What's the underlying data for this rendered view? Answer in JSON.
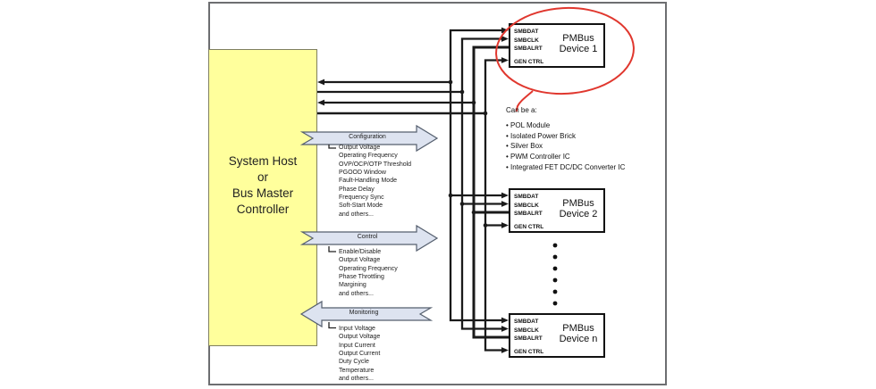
{
  "diagram": {
    "host": {
      "lines": [
        "System Host",
        "or",
        "Bus Master Controller"
      ]
    },
    "devices": [
      {
        "title_line1": "PMBus",
        "title_line2": "Device 1",
        "pins": [
          "SMBDAT",
          "SMBCLK",
          "SMBALRT",
          "GEN CTRL"
        ]
      },
      {
        "title_line1": "PMBus",
        "title_line2": "Device 2",
        "pins": [
          "SMBDAT",
          "SMBCLK",
          "SMBALRT",
          "GEN CTRL"
        ]
      },
      {
        "title_line1": "PMBus",
        "title_line2": "Device n",
        "pins": [
          "SMBDAT",
          "SMBCLK",
          "SMBALRT",
          "GEN CTRL"
        ]
      }
    ],
    "flows": [
      {
        "label": "Configuration",
        "direction": "right",
        "items": [
          "Output Voltage",
          "Operating Frequency",
          "OVP/OCP/OTP Threshold",
          "PGOOD Window",
          "Fault-Handling Mode",
          "Phase Delay",
          "Frequency Sync",
          "Soft-Start Mode",
          "and others..."
        ]
      },
      {
        "label": "Control",
        "direction": "right",
        "items": [
          "Enable/Disable",
          "Output Voltage",
          "Operating Frequency",
          "Phase Throttling",
          "Margining",
          "and others..."
        ]
      },
      {
        "label": "Monitoring",
        "direction": "left",
        "items": [
          "Input Voltage",
          "Output Voltage",
          "Input Current",
          "Output Current",
          "Duty Cycle",
          "Temperature",
          "and others..."
        ]
      }
    ],
    "annotation": {
      "intro": "Can be a:",
      "items": [
        "POL Module",
        "Isolated Power Brick",
        "Silver Box",
        "PWM Controller IC",
        "Integrated FET DC/DC Converter IC"
      ]
    },
    "colors": {
      "host_fill": "#ffff9c",
      "flow_fill": "#dde3f0",
      "flow_stroke": "#555f6e",
      "highlight_red": "#e0372e",
      "wire": "#1a1a1a"
    }
  }
}
